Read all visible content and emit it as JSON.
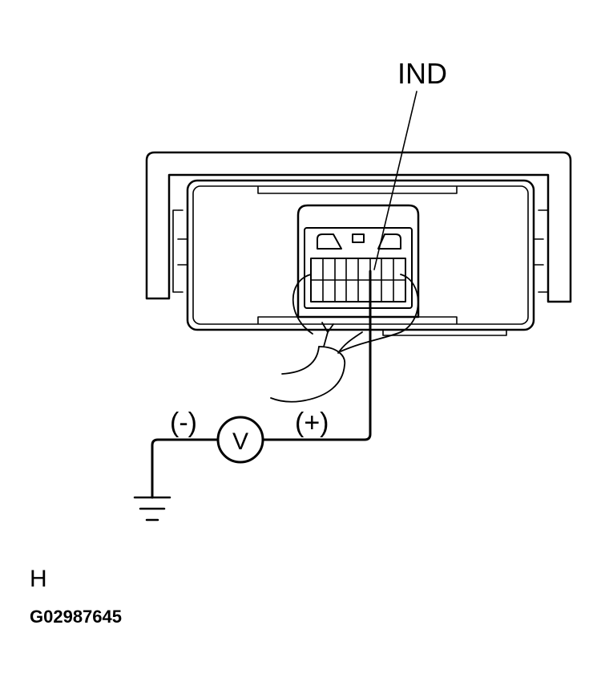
{
  "labels": {
    "pin": "IND",
    "negative": "(-)",
    "positive": "(+)",
    "meter": "V",
    "view": "H",
    "figure_id": "G02987645"
  }
}
